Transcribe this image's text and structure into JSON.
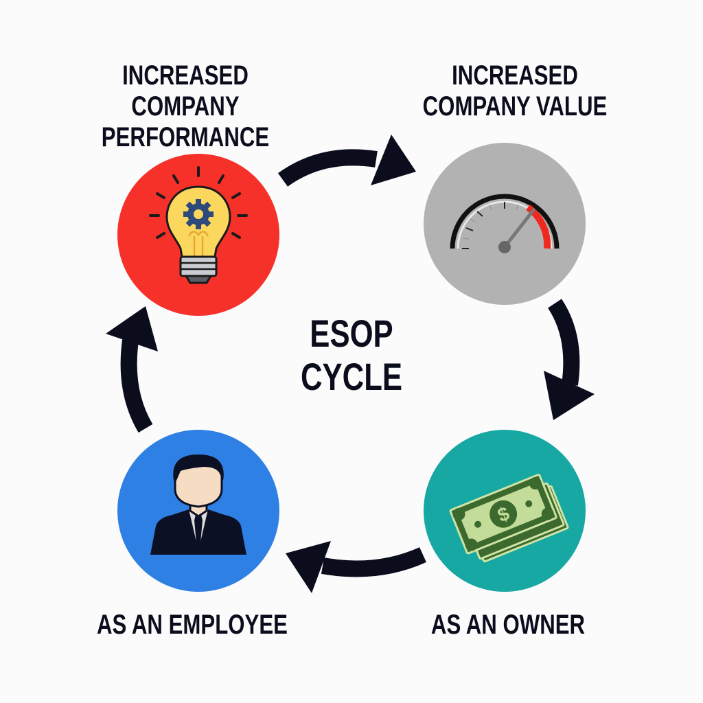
{
  "diagram": {
    "title": "ESOP CYCLE",
    "center_lines": [
      "ESOP",
      "CYCLE"
    ],
    "nodes": [
      {
        "id": "performance",
        "label_lines": [
          "INCREASED COMPANY",
          "PERFORMANCE"
        ],
        "icon": "lightbulb-gear-icon",
        "color": "#f5312a"
      },
      {
        "id": "value",
        "label_lines": [
          "INCREASED",
          "COMPANY VALUE"
        ],
        "icon": "speedometer-gauge-icon",
        "color": "#b3b2b2"
      },
      {
        "id": "owner",
        "label_lines": [
          "AS AN OWNER"
        ],
        "icon": "money-bills-icon",
        "color": "#17a8a3"
      },
      {
        "id": "employee",
        "label_lines": [
          "AS AN EMPLOYEE"
        ],
        "icon": "businessman-icon",
        "color": "#2f80e4"
      }
    ],
    "arrows": [
      {
        "from": "performance",
        "to": "value",
        "direction": "clockwise"
      },
      {
        "from": "value",
        "to": "owner",
        "direction": "clockwise"
      },
      {
        "from": "owner",
        "to": "employee",
        "direction": "clockwise"
      },
      {
        "from": "employee",
        "to": "performance",
        "direction": "clockwise"
      }
    ],
    "text_color": "#0b0d1c",
    "arrow_color": "#0b0d1c"
  }
}
